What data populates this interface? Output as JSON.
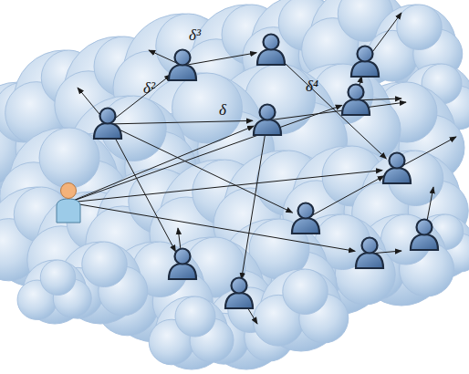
{
  "diagram": {
    "labels": [
      "δ³",
      "δ²",
      "δ",
      "δ⁴"
    ]
  }
}
